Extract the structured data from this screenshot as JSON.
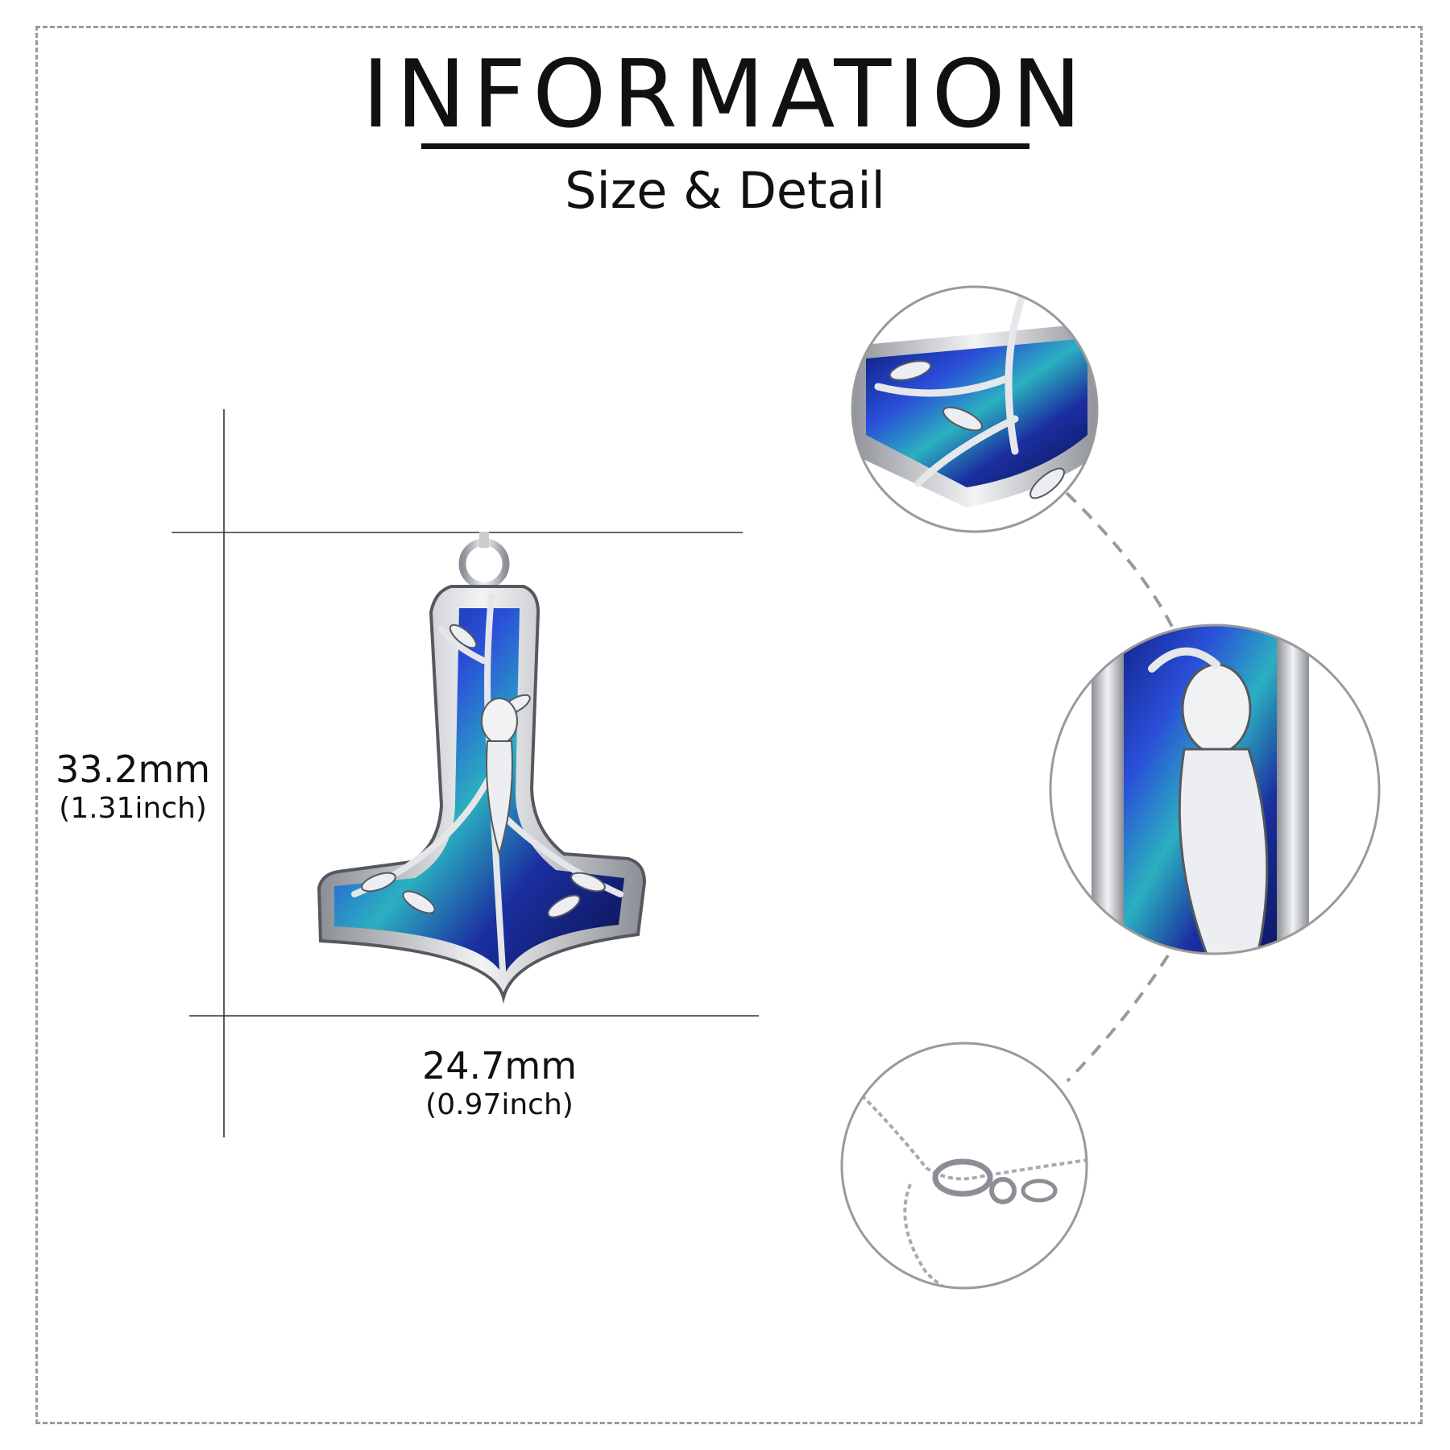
{
  "header": {
    "title": "INFORMATION",
    "subtitle": "Size & Detail"
  },
  "dimensions": {
    "height": {
      "mm": "33.2mm",
      "inch": "(1.31inch)"
    },
    "width": {
      "mm": "24.7mm",
      "inch": "(0.97inch)"
    }
  },
  "icons": {
    "product": "thors-hammer-pendant-icon",
    "detail_1": "hammer-head-detail-icon",
    "detail_2": "goddess-figure-detail-icon",
    "detail_3": "chain-clasp-detail-icon"
  },
  "colors": {
    "frame_border": "#9a9a9a",
    "silver": "#d7d9dd",
    "abalone_blue": "#1f3fbf",
    "abalone_teal": "#23a6b3"
  }
}
